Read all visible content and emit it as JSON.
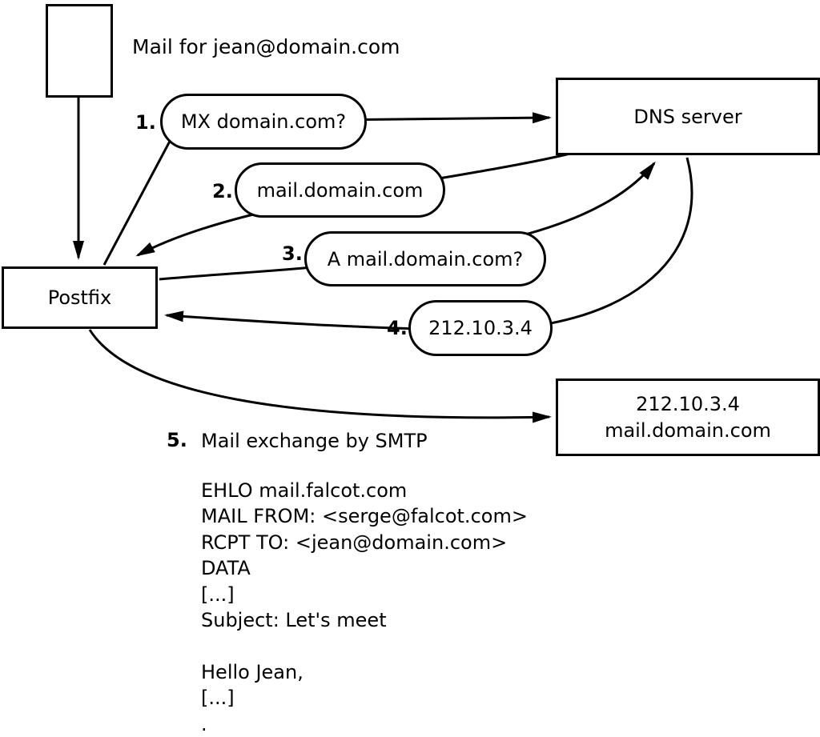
{
  "diagram": {
    "title": "Mail for jean@domain.com",
    "nodes": {
      "postfix": "Postfix",
      "dns_server": "DNS server",
      "mail_server_ip": "212.10.3.4",
      "mail_server_hostname": "mail.domain.com"
    },
    "steps": [
      {
        "num": "1.",
        "label": "MX domain.com?"
      },
      {
        "num": "2.",
        "label": "mail.domain.com"
      },
      {
        "num": "3.",
        "label": "A mail.domain.com?"
      },
      {
        "num": "4.",
        "label": "212.10.3.4"
      },
      {
        "num": "5.",
        "label": "Mail exchange by SMTP"
      }
    ],
    "smtp_session": "EHLO mail.falcot.com\nMAIL FROM: <serge@falcot.com>\nRCPT TO: <jean@domain.com>\nDATA\n[...]\nSubject: Let's meet\n\nHello Jean,\n[...]\n."
  }
}
